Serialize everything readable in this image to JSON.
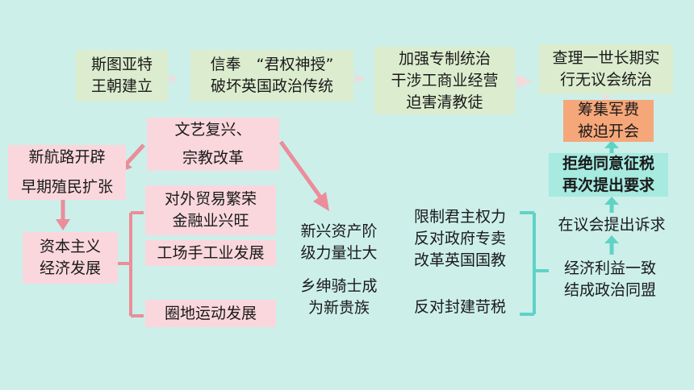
{
  "top_row": {
    "stuart": [
      "斯图亚特",
      "王朝建立"
    ],
    "divine_right": [
      "信奉　“君权神授”",
      "破坏英国政治传统"
    ],
    "autocracy": [
      "加强专制统治",
      "干涉工商业经营",
      "迫害清教徒"
    ],
    "charles": [
      "查理一世长期实",
      "行无议会统治"
    ]
  },
  "right_col": {
    "parliament": [
      "筹集军费",
      "被迫开会"
    ],
    "refuse": [
      "拒绝同意征税",
      "再次提出要求"
    ],
    "appeal": "在议会提出诉求",
    "alliance": [
      "经济利益一致",
      "结成政治同盟"
    ]
  },
  "left_col": {
    "renaissance": [
      "文艺复兴、",
      "宗教改革"
    ],
    "new_routes": [
      "新航路开辟",
      "早期殖民扩张"
    ],
    "capitalism": [
      "资本主义",
      "经济发展"
    ],
    "trade": [
      "对外贸易繁荣",
      "金融业兴旺"
    ],
    "manufacture": "工场手工业发展",
    "enclosure": "圈地运动发展"
  },
  "middle": {
    "bourgeoisie": [
      "新兴资产阶",
      "级力量壮大"
    ],
    "gentry": [
      "乡绅骑士成",
      "为新贵族"
    ]
  },
  "demands": {
    "group1": [
      "限制君主权力",
      "反对政府专卖",
      "改革英国国教"
    ],
    "group2": "反对封建苛税"
  },
  "colors": {
    "background": "#ccefea",
    "green_box": "#dcecce",
    "pink_box": "#fad7dd",
    "orange_box": "#f6a77a",
    "teal_box": "#a6eae0",
    "pink_line": "#ec8d9a",
    "teal_line": "#5fd3c5",
    "gray_arrow": "#f1dcdb"
  }
}
